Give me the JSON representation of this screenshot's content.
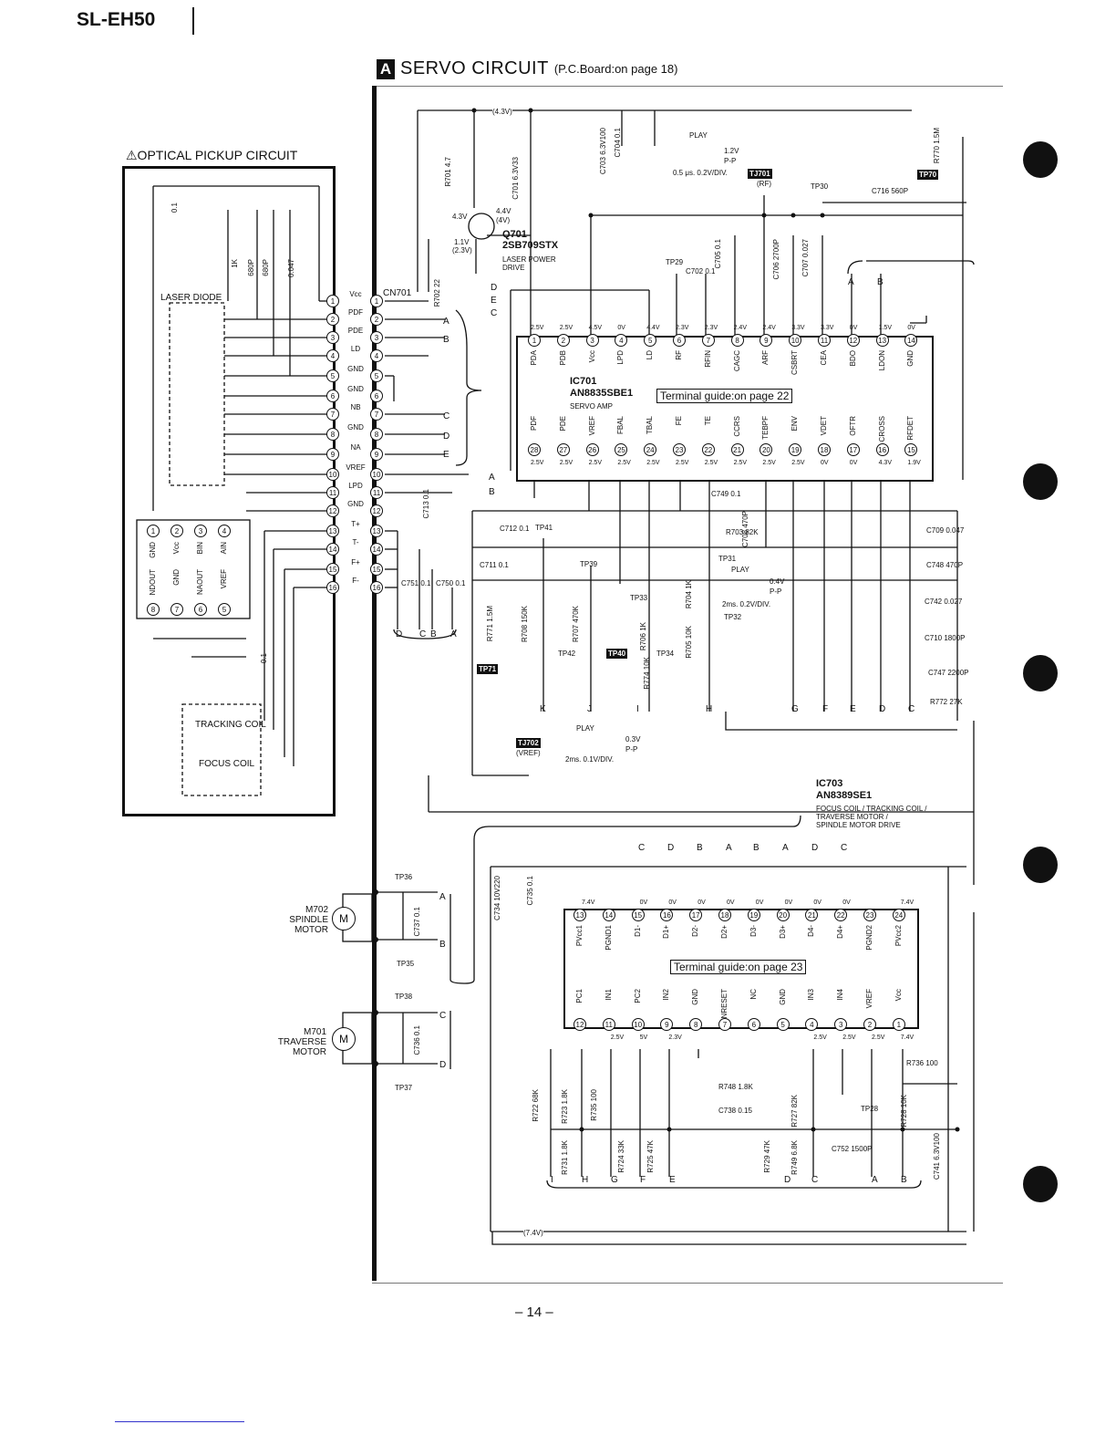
{
  "header": {
    "model": "SL-EH50",
    "section_badge": "A",
    "title": "SERVO  CIRCUIT",
    "subtitle": "(P.C.Board:on page 18)"
  },
  "optical": {
    "title": "⚠OPTICAL PICKUP CIRCUIT",
    "laser_diode": "LASER DIODE",
    "cn701": "CN701",
    "connector_pins": [
      "Vcc",
      "PDF",
      "PDE",
      "LD",
      "GND",
      "GND",
      "NB",
      "GND",
      "NA",
      "VREF",
      "LPD",
      "GND",
      "T+",
      "T-",
      "F+",
      "F-"
    ],
    "tracking_coil": "TRACKING COIL",
    "focus_coil": "FOCUS COIL",
    "sub_ic_top": [
      "GND",
      "Vcc",
      "BIN",
      "AIN"
    ],
    "sub_ic_bottom": [
      "NDOUT",
      "GND",
      "NAOUT",
      "VREF"
    ]
  },
  "q701": {
    "ref": "Q701",
    "part": "2SB709STX",
    "desc1": "LASER POWER",
    "desc2": "DRIVE"
  },
  "ic701": {
    "ref": "IC701",
    "part": "AN8835SBE1",
    "desc": "SERVO AMP",
    "guide": "Terminal guide:on page 22",
    "top_pins": [
      "PDA",
      "PDB",
      "Vcc",
      "LPD",
      "LD",
      "RF",
      "RFIN",
      "CAGC",
      "ARF",
      "CSBRT",
      "CEA",
      "BDO",
      "LDON",
      "GND"
    ],
    "bottom_pins": [
      "PDF",
      "PDE",
      "VREF",
      "FBAL",
      "TBAL",
      "FE",
      "TE",
      "CCRS",
      "TEBPF",
      "ENV",
      "VDET",
      "OFTR",
      "CROSS",
      "RFDET"
    ],
    "top_volts": [
      "2.5V",
      "2.5V",
      "4.5V",
      "0V",
      "4.4V",
      "2.3V",
      "2.3V",
      "2.4V",
      "2.4V",
      "3.3V",
      "3.3V",
      "0V",
      "1.5V",
      "0V"
    ],
    "bottom_volts": [
      "2.5V",
      "2.5V",
      "2.5V",
      "2.5V",
      "2.5V",
      "2.5V",
      "2.5V",
      "2.5V",
      "2.5V",
      "2.5V",
      "0V",
      "0V",
      "4.3V",
      "1.9V"
    ]
  },
  "ic703": {
    "ref": "IC703",
    "part": "AN8389SE1",
    "desc1": "FOCUS COIL / TRACKING COIL /",
    "desc2": "TRAVERSE MOTOR /",
    "desc3": "SPINDLE MOTOR DRIVE",
    "guide": "Terminal guide:on page 23",
    "top_pins": [
      "PVcc1",
      "PGND1",
      "D1-",
      "D1+",
      "D2-",
      "D2+",
      "D3-",
      "D3+",
      "D4-",
      "D4+",
      "PGND2",
      "PVcc2"
    ],
    "bottom_pins": [
      "PC1",
      "IN1",
      "PC2",
      "IN2",
      "GND",
      "NRESET",
      "NC",
      "GND",
      "IN3",
      "IN4",
      "VREF",
      "Vcc"
    ],
    "top_volts": [
      "7.4V",
      "",
      "0V",
      "0V",
      "0V",
      "0V",
      "0V",
      "0V",
      "0V",
      "0V",
      "",
      "7.4V"
    ],
    "bottom_volts": [
      "",
      "2.5V",
      "5V",
      "2.3V",
      "",
      "",
      "",
      "",
      "2.5V",
      "2.5V",
      "2.5V",
      "7.4V"
    ]
  },
  "motors": {
    "spindle": "M702 SPINDLE MOTOR",
    "traverse": "M701 TRAVERSE MOTOR"
  },
  "tp": {
    "tp701": "TJ701",
    "tp702": "TJ702",
    "tp70": "TP70",
    "tp71": "TP71",
    "tp40": "TP40",
    "tp30": "TP30",
    "tp29": "TP29",
    "tp41": "TP41",
    "tp39": "TP39",
    "tp33": "TP33",
    "tp31": "TP31",
    "tp32": "TP32",
    "tp34": "TP34",
    "tp42": "TP42",
    "tp36": "TP36",
    "tp35": "TP35",
    "tp38": "TP38",
    "tp37": "TP37",
    "tp28": "TP28",
    "rf": "(RF)",
    "vref": "(VREF)"
  },
  "waveforms": {
    "play1": "PLAY",
    "w1": "1.2V P-P",
    "w1_scale": "0.5 μs. 0.2V/DIV.",
    "play2": "PLAY",
    "w2": "0.4V P-P",
    "w2_scale": "2ms. 0.2V/DIV.",
    "play3": "PLAY",
    "w3": "0.3V P-P",
    "w3_scale": "2ms. 0.1V/DIV."
  },
  "components": {
    "r701": "R701 4.7",
    "c701": "C701 6.3V33",
    "c703": "C703 6.3V100",
    "c704": "C704 0.1",
    "r770": "R770 1.5M",
    "c716": "C716 560P",
    "c702": "C702 0.1",
    "c705": "C705 0.1",
    "c706": "C706 2700P",
    "c707": "C707 0.027",
    "r702": "R702 22",
    "c713": "C713 0.1",
    "c749": "C749 0.1",
    "c708": "C708 470P",
    "r703": "R703 82K",
    "c712": "C712 0.1",
    "c711": "C711 0.1",
    "c709": "C709 0.047",
    "c748": "C748 470P",
    "c742": "C742 0.027",
    "c710": "C710 1800P",
    "c747": "C747 2200P",
    "r772": "R772 27K",
    "c751": "C751 0.1",
    "c750": "C750 0.1",
    "r704": "R704 1K",
    "r705": "R705 10K",
    "r706": "R706 1K",
    "r707": "R707 470K",
    "r708": "R708 150K",
    "r771": "R771 1.5M",
    "r774": "R774 10K",
    "c734": "C734 10V220",
    "c735": "C735 0.1",
    "c737": "C737 0.1",
    "c736": "C736 0.1",
    "r736": "R736 100",
    "r748": "R748 1.8K",
    "c738": "C738 0.15",
    "r722": "R722 68K",
    "r723": "R723 1.8K",
    "r735": "R735 100",
    "r731": "R731 1.8K",
    "r724": "R724 33K",
    "r725": "R725 47K",
    "r727": "R727 82K",
    "r728": "R728 10K",
    "r729": "R729 47K",
    "r749": "R749 6.8K",
    "c752": "C752 1500P",
    "c741": "C741 6.3V100",
    "k1": "1K",
    "c680a": "680P",
    "c680b": "680P",
    "c0047": "0.047",
    "c01": "0.1",
    "c01b": "0.1"
  },
  "rails": {
    "top": "(4.3V)",
    "bottom": "(7.4V)",
    "q_v1": "4.3V",
    "q_v2": "4.4V",
    "q_v3": "(4V)",
    "q_v4": "1.1V",
    "q_v5": "(2.3V)"
  },
  "bus_letters": [
    "A",
    "B",
    "C",
    "D",
    "E"
  ],
  "ic701_lower_bus": [
    "K",
    "J",
    "I",
    "H",
    "G",
    "F",
    "E",
    "D",
    "C"
  ],
  "ic703_top_bus": [
    "C",
    "D",
    "B",
    "A",
    "B",
    "A",
    "D",
    "C"
  ],
  "ic703_bottom_bus": [
    "I",
    "H",
    "G",
    "F",
    "E",
    "D",
    "C",
    "A",
    "B"
  ],
  "footer": {
    "page": "– 14 –"
  }
}
